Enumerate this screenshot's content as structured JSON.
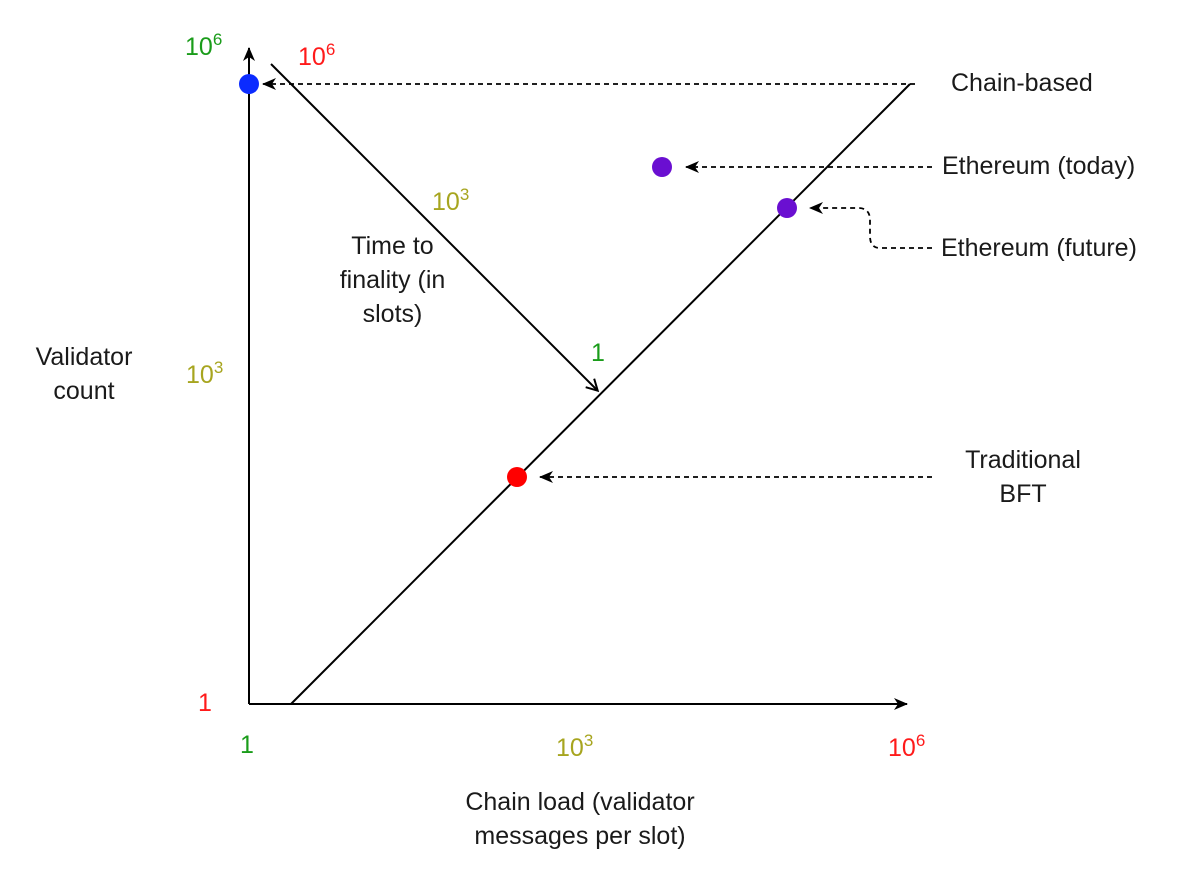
{
  "axes": {
    "y_label": "Validator count",
    "x_label": "Chain load (validator messages per slot)",
    "diagonal_label": "Time to finality (in slots)"
  },
  "ticks": {
    "y_top": {
      "base": "10",
      "exp": "6"
    },
    "y_mid": {
      "base": "10",
      "exp": "3"
    },
    "y_origin": "1",
    "x_origin": "1",
    "x_mid": {
      "base": "10",
      "exp": "3"
    },
    "x_right": {
      "base": "10",
      "exp": "6"
    },
    "finality_top": {
      "base": "10",
      "exp": "6"
    },
    "finality_mid": {
      "base": "10",
      "exp": "3"
    },
    "finality_low": "1"
  },
  "labels": {
    "chain_based": "Chain-based",
    "eth_today": "Ethereum (today)",
    "eth_future": "Ethereum (future)",
    "traditional_bft": "Traditional BFT"
  },
  "colors": {
    "green": "#1a9c1a",
    "olive": "#a7a51f",
    "red": "#ff1a1a",
    "blue": "#0b2bff",
    "purple": "#6a0fd1",
    "dot_red": "#ff0000",
    "line": "#000000"
  }
}
